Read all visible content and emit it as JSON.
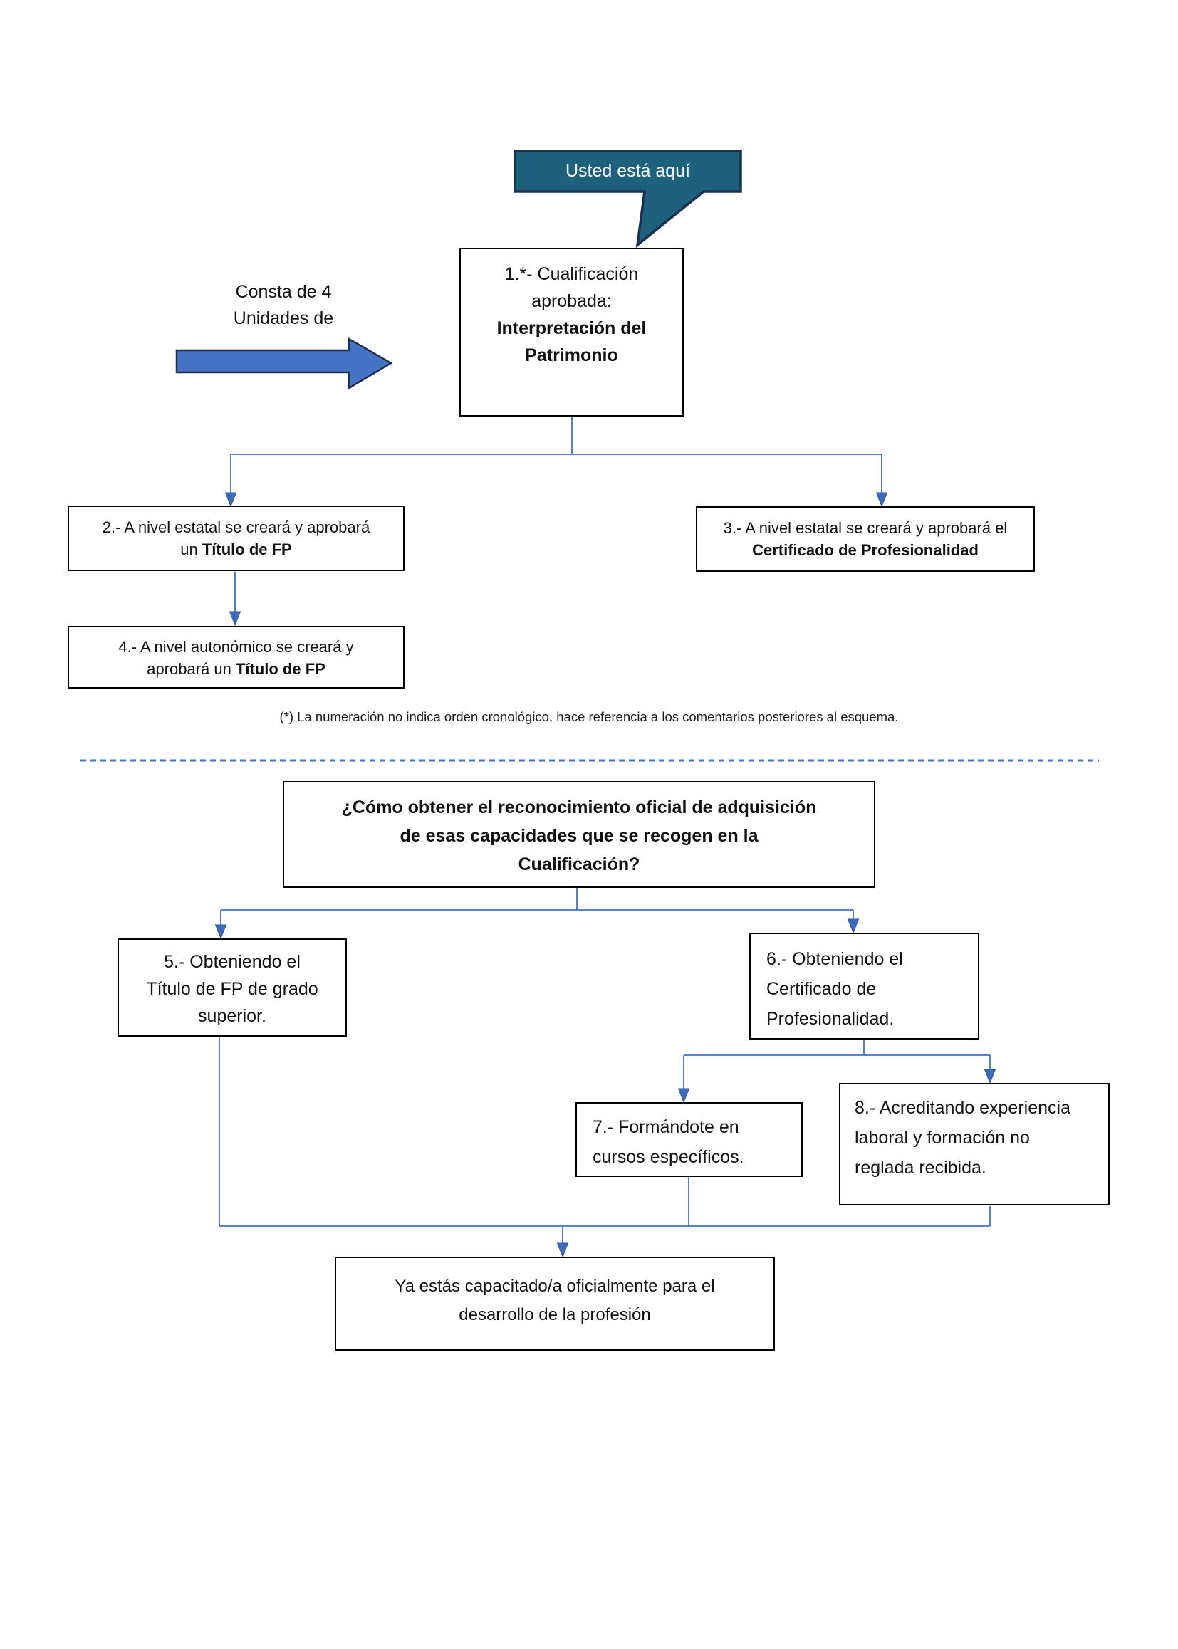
{
  "colors": {
    "accent_blue": "#4472C4",
    "arrowhead_blue": "#3E6BBE",
    "bubble_fill": "#1E617C",
    "bubble_border": "#1B2F4E",
    "box_border": "#000000"
  },
  "bubble": {
    "label": "Usted está aquí"
  },
  "arrow_label": {
    "line1": "Consta de 4",
    "line2": "Unidades de"
  },
  "flow1": {
    "box1": {
      "l1": "1.*- Cualificación",
      "l2": "aprobada:",
      "l3_bold": "Interpretación del",
      "l4_bold": "Patrimonio"
    },
    "box2": {
      "l1": "2.- A nivel estatal se creará y aprobará",
      "l2_pre": "un ",
      "l2_bold": "Título de FP"
    },
    "box3": {
      "l1": "3.- A nivel estatal se creará y aprobará el",
      "l2_bold": "Certificado de Profesionalidad"
    },
    "box4": {
      "l1": "4.- A nivel autonómico se creará y",
      "l2_pre": "aprobará un ",
      "l2_bold": "Título de FP"
    },
    "footnote": "(*) La numeración no indica orden cronológico, hace referencia a los comentarios posteriores al esquema."
  },
  "flow2": {
    "question": {
      "l1": "¿Cómo obtener el reconocimiento oficial de adquisición",
      "l2": "de esas capacidades que se recogen en la",
      "l3": "Cualificación?"
    },
    "box5": {
      "l1": "5.- Obteniendo el",
      "l2": "Título de FP de grado",
      "l3": "superior."
    },
    "box6": {
      "l1": "6.- Obteniendo el",
      "l2": "Certificado de",
      "l3": "Profesionalidad."
    },
    "box7": {
      "l1": "7.- Formándote en",
      "l2": "cursos específicos."
    },
    "box8": {
      "l1": "8.- Acreditando experiencia",
      "l2": "laboral y formación no",
      "l3": "reglada recibida."
    },
    "final": {
      "l1": "Ya estás capacitado/a oficialmente para el",
      "l2": "desarrollo de la profesión"
    }
  }
}
